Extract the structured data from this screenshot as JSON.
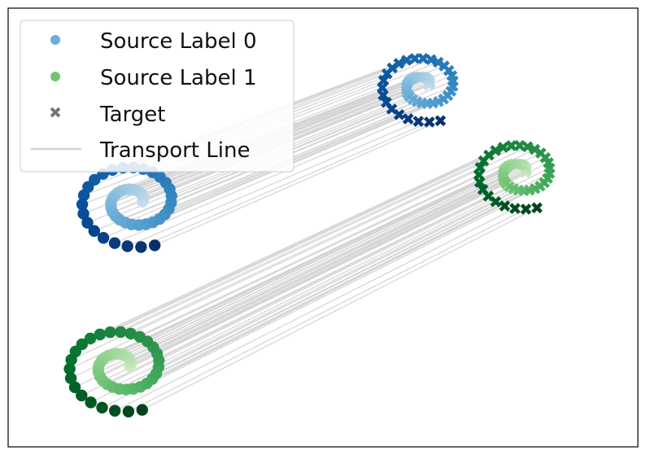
{
  "chart_data": {
    "type": "scatter",
    "title": "",
    "xlabel": "",
    "ylabel": "",
    "xlim": [
      -3.9,
      3.6
    ],
    "ylim": [
      -3.4,
      3.4
    ],
    "grid": false,
    "axis_ticks": false,
    "legend": {
      "placement": "top-left",
      "entries": [
        {
          "key": "source_label_0",
          "label": "Source Label 0",
          "marker": "circle",
          "color": "#6baed6"
        },
        {
          "key": "source_label_1",
          "label": "Source Label 1",
          "marker": "circle",
          "color": "#74c476"
        },
        {
          "key": "target",
          "label": "Target",
          "marker": "x",
          "color": "#777777"
        },
        {
          "key": "transport_line",
          "label": "Transport Line",
          "marker": "line",
          "color": "#d3d3d3"
        }
      ]
    },
    "series": [
      {
        "label_ref": "source_label_0",
        "marker": "circle",
        "colormap": "Blues",
        "spiral": {
          "center": [
            -2.4,
            0.4
          ],
          "r_min": 0.1,
          "r_max": 0.72,
          "theta_start_deg": 0,
          "theta_end_deg": 650,
          "n_points": 50
        }
      },
      {
        "label_ref": "source_label_1",
        "marker": "circle",
        "colormap": "Greens",
        "spiral": {
          "center": [
            -2.55,
            -2.15
          ],
          "r_min": 0.1,
          "r_max": 0.72,
          "theta_start_deg": 0,
          "theta_end_deg": 650,
          "n_points": 50
        }
      },
      {
        "label_ref": "target",
        "marker": "x",
        "colormap": "Blues",
        "spiral": {
          "center": [
            1.05,
            2.2
          ],
          "r_min": 0.06,
          "r_max": 0.58,
          "theta_start_deg": 0,
          "theta_end_deg": 650,
          "n_points": 50
        }
      },
      {
        "label_ref": "target",
        "marker": "x",
        "colormap": "Greens",
        "spiral": {
          "center": [
            2.2,
            0.85
          ],
          "r_min": 0.06,
          "r_max": 0.58,
          "theta_start_deg": 0,
          "theta_end_deg": 650,
          "n_points": 50
        }
      }
    ],
    "transport_lines": [
      {
        "from_series": 0,
        "to_series": 2,
        "color": "#d3d3d3",
        "alpha": 0.9
      },
      {
        "from_series": 1,
        "to_series": 3,
        "color": "#d3d3d3",
        "alpha": 0.9
      }
    ]
  }
}
